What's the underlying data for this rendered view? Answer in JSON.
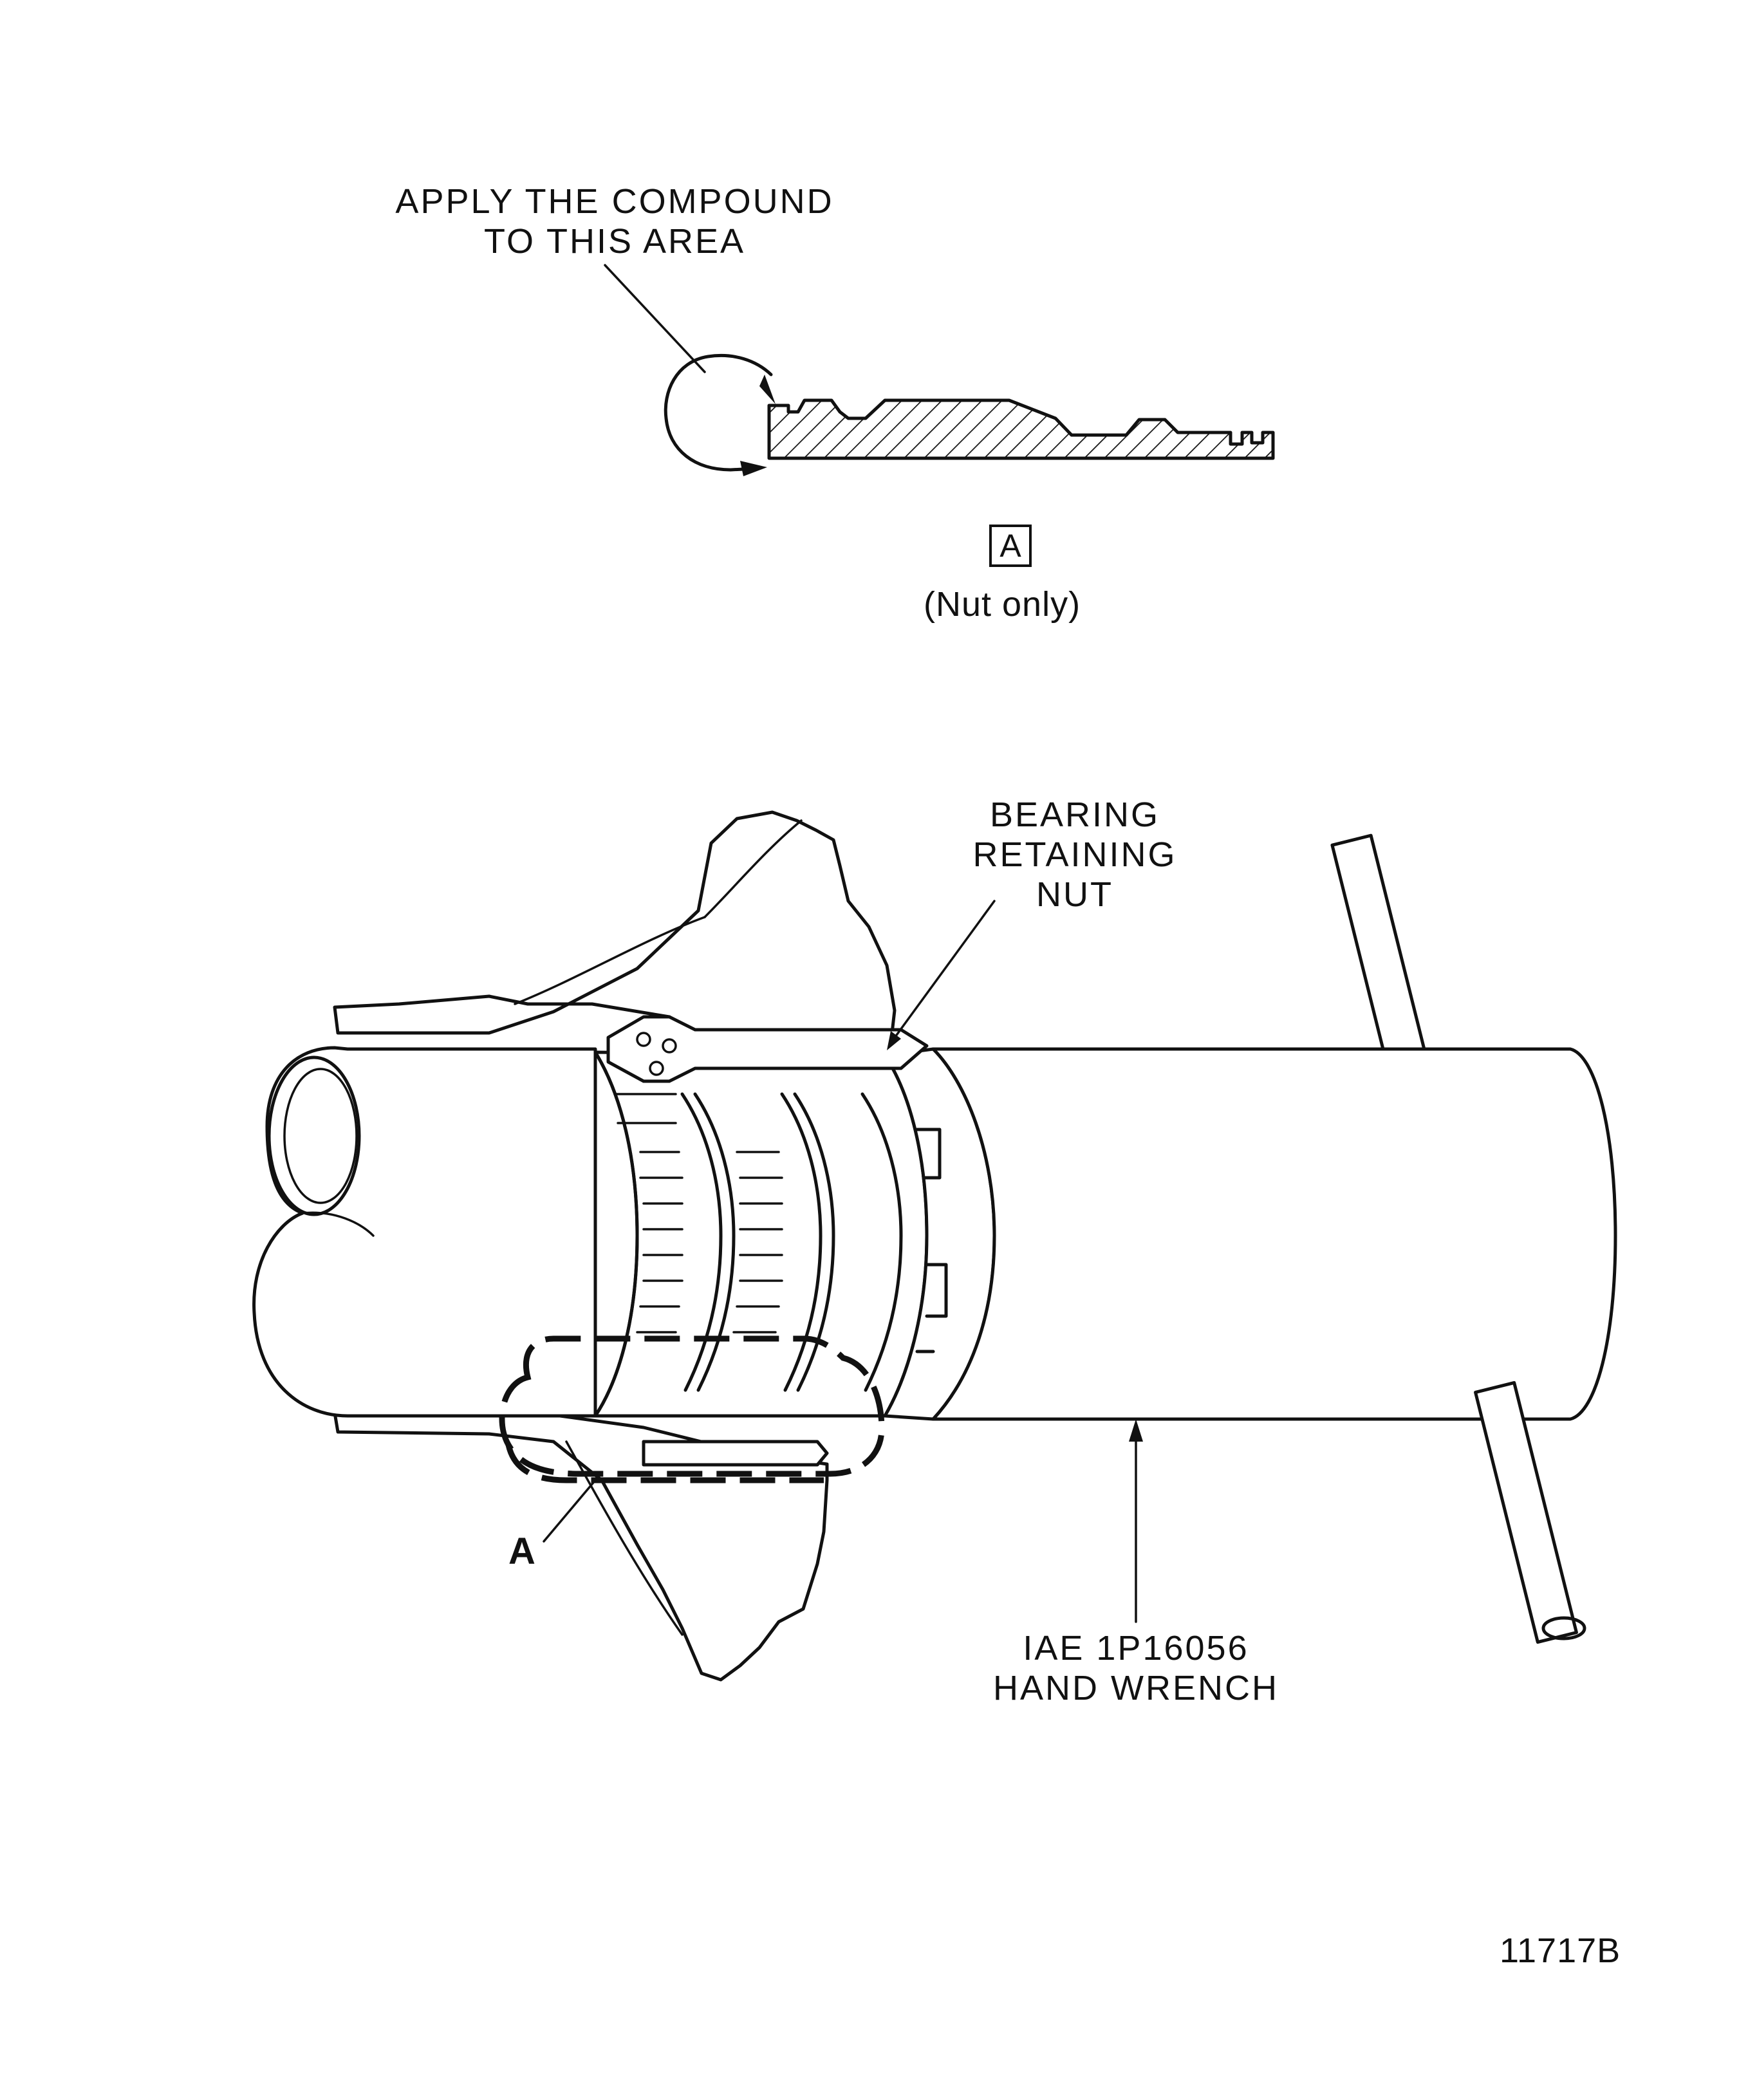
{
  "detail": {
    "callout_line1": "APPLY THE COMPOUND",
    "callout_line2": "TO THIS AREA",
    "view_letter": "A",
    "view_note": "(Nut only)"
  },
  "main": {
    "nut_label_line1": "BEARING",
    "nut_label_line2": "RETAINING",
    "nut_label_line3": "NUT",
    "wrench_label_line1": "IAE  1P16056",
    "wrench_label_line2": "HAND  WRENCH",
    "view_marker": "A"
  },
  "figure_number": "11717B"
}
